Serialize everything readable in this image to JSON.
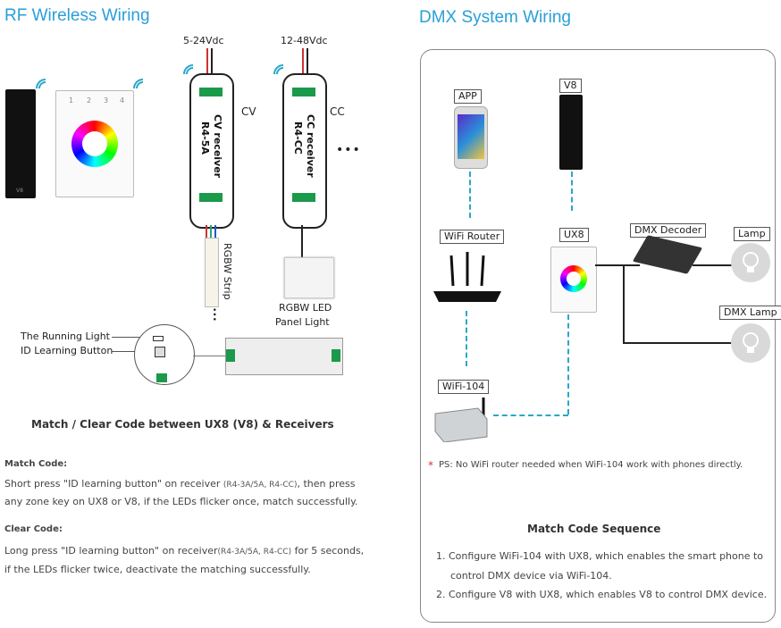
{
  "rf": {
    "title": "RF Wireless Wiring",
    "voltage_cv": "5-24Vdc",
    "voltage_cc": "12-48Vdc",
    "cv_label": "CV",
    "cc_label": "CC",
    "cv_receiver_name": "CV receiver",
    "cv_receiver_model": "R4-5A",
    "cc_receiver_name": "CC receiver",
    "cc_receiver_model": "R4-CC",
    "ellipsis": "•••",
    "strip_label": "RGBW Strip",
    "panel_label_1": "RGBW LED",
    "panel_label_2": "Panel Light",
    "running_light": "The Running Light",
    "id_button": "ID Learning Button",
    "v8_tag": "V8",
    "ux8_keys_top": [
      "1",
      "2",
      "3",
      "4"
    ]
  },
  "match_clear": {
    "heading": "Match / Clear Code between UX8 (V8) & Receivers",
    "match_title": "Match Code:",
    "match_line1_a": "Short press \"ID learning button\" on receiver ",
    "match_line1_small": "(R4-3A/5A, R4-CC)",
    "match_line1_b": ", then press",
    "match_line2": "any zone key on UX8 or V8, if the LEDs flicker once, match successfully.",
    "clear_title": "Clear Code:",
    "clear_line1_a": "Long press \"ID learning button\" on receiver",
    "clear_line1_small": "(R4-3A/5A, R4-CC)",
    "clear_line1_b": " for 5 seconds,",
    "clear_line2": "if the LEDs flicker twice, deactivate the matching successfully."
  },
  "dmx": {
    "title": "DMX System Wiring",
    "app": "APP",
    "v8": "V8",
    "wifi_router": "WiFi Router",
    "ux8": "UX8",
    "dmx_decoder": "DMX Decoder",
    "lamp": "Lamp",
    "dmx_lamp": "DMX Lamp",
    "wifi104": "WiFi-104",
    "ps_star": "*",
    "ps_text": "PS: No WiFi router needed when WiFi-104 work with phones directly.",
    "seq_title": "Match Code Sequence",
    "seq1_a": "1. Configure WiFi-104 with UX8, which enables the smart phone to",
    "seq1_b": "control DMX device via WiFi-104.",
    "seq2": "2. Configure V8 with UX8, which enables V8 to control DMX device."
  },
  "colors": {
    "title_blue": "#2a9fd8",
    "dashed_link": "#2aa7c8",
    "ps_star": "#e0303a"
  }
}
